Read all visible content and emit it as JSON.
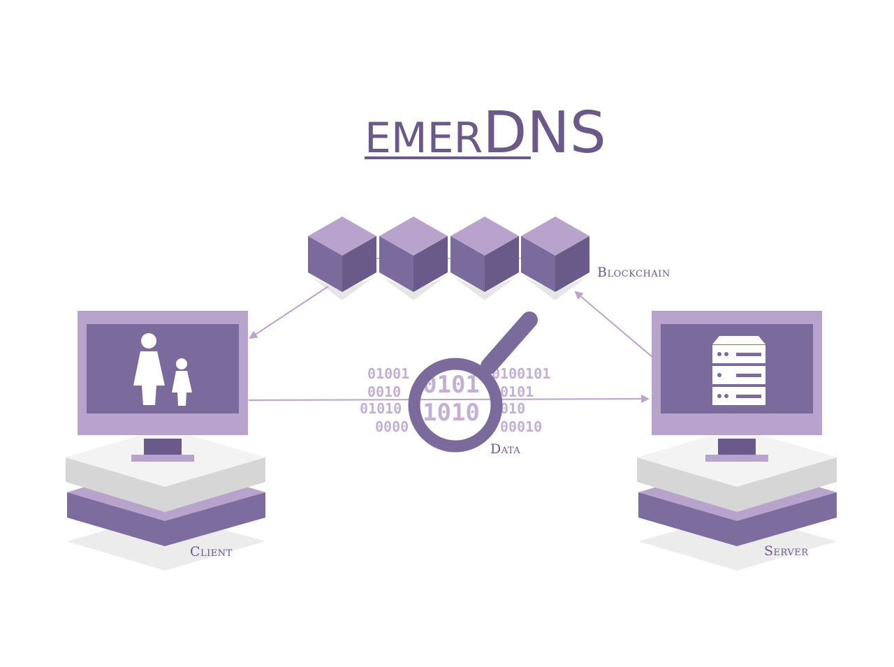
{
  "title": {
    "prefix": "EMER",
    "main": "DNS"
  },
  "labels": {
    "blockchain": "Blockchain",
    "client": "Client",
    "server": "Server",
    "data": "Data"
  },
  "binary_rows": [
    {
      "left": "01001",
      "right": "0100101"
    },
    {
      "left": "0010",
      "right": "0101"
    },
    {
      "left": "01010",
      "right": "010"
    },
    {
      "left": "0000",
      "right": "00010"
    }
  ],
  "binary_big": [
    "0101",
    "1010"
  ],
  "colors": {
    "dark": "#7b6a9c",
    "darker": "#6a5a8a",
    "light": "#b8a3cc",
    "lighter": "#d3c4de",
    "bits": "#c3b0d6",
    "platform_top": "#f2f2f2",
    "platform_side": "#d4d4d4"
  },
  "icons": [
    "person-icon",
    "child-icon",
    "server-rack-icon",
    "magnifier-icon",
    "block-cube-icon"
  ]
}
